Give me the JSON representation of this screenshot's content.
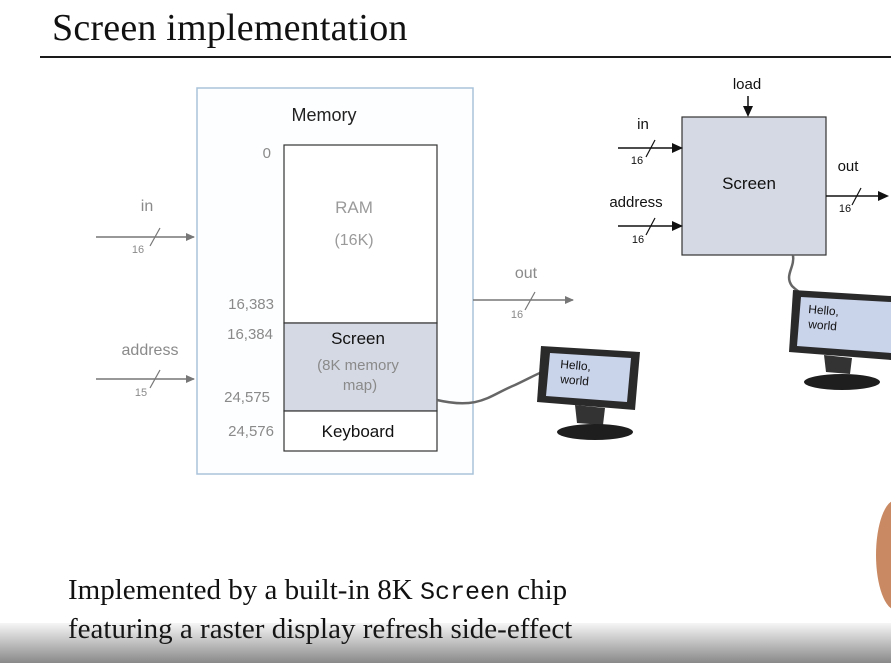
{
  "title": "Screen implementation",
  "memory": {
    "label": "Memory",
    "addr_0": "0",
    "ram_label": "RAM",
    "ram_size": "(16K)",
    "addr_16383": "16,383",
    "addr_16384": "16,384",
    "screen_label": "Screen",
    "screen_desc_1": "(8K memory",
    "screen_desc_2": "map)",
    "addr_24575": "24,575",
    "addr_24576": "24,576",
    "keyboard_label": "Keyboard",
    "in_label": "in",
    "in_width": "16",
    "address_label": "address",
    "address_width": "15",
    "out_label": "out",
    "out_width": "16"
  },
  "monitor_text_1": "Hello,",
  "monitor_text_2": "world",
  "chip": {
    "label": "Screen",
    "load_label": "load",
    "in_label": "in",
    "in_width": "16",
    "address_label": "address",
    "address_width": "16",
    "out_label": "out",
    "out_width": "16"
  },
  "caption": {
    "line1_pre": "Implemented by a built-in 8K ",
    "line1_mono": "Screen",
    "line1_post": " chip",
    "line2": "featuring a raster display refresh side-effect"
  },
  "colors": {
    "chip_fill": "#d5d9e3",
    "memory_border": "#a9c3db",
    "gray_text": "#8a8a8a",
    "monitor_screen": "#c9d3ea"
  }
}
